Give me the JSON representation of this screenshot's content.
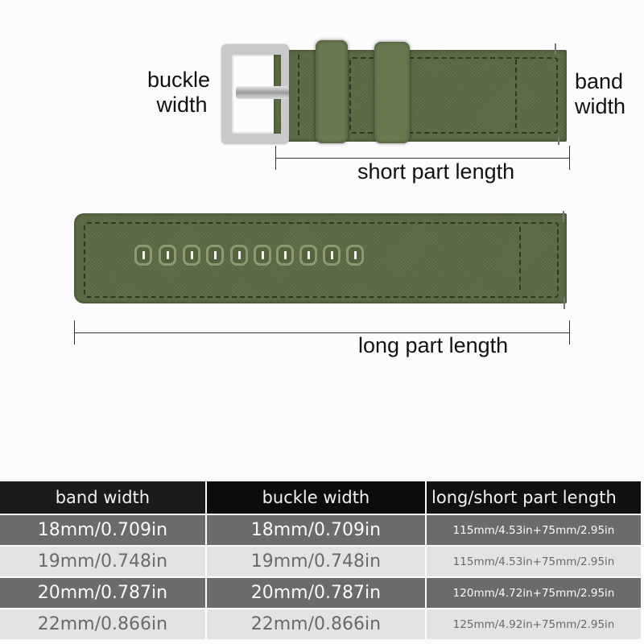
{
  "diagram": {
    "labels": {
      "buckle_width": [
        "buckle",
        "width"
      ],
      "band_width": [
        "band",
        "width"
      ],
      "short_part_length": "short part length",
      "long_part_length": "long part length"
    },
    "strap_color": "#5b6b45",
    "long_part_hole_count": 10
  },
  "size_table": {
    "headers": [
      "band width",
      "buckle width",
      "long/short part length"
    ],
    "rows": [
      [
        "18mm/0.709in",
        "18mm/0.709in",
        "115mm/4.53in+75mm/2.95in"
      ],
      [
        "19mm/0.748in",
        "19mm/0.748in",
        "115mm/4.53in+75mm/2.95in"
      ],
      [
        "20mm/0.787in",
        "20mm/0.787in",
        "120mm/4.72in+75mm/2.95in"
      ],
      [
        "22mm/0.866in",
        "22mm/0.866in",
        "125mm/4.92in+75mm/2.95in"
      ]
    ]
  }
}
